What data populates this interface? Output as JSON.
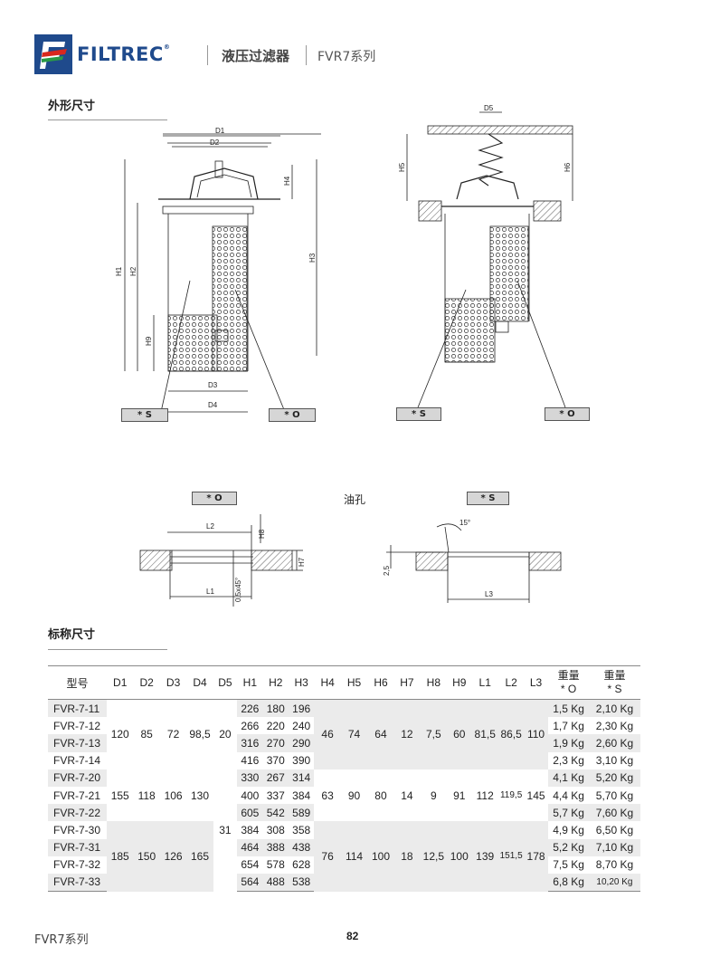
{
  "header": {
    "brand": "FILTREC",
    "registered": "®",
    "title": "液压过滤器",
    "series": "FVR7系列"
  },
  "sections": {
    "dimensions_title": "外形尺寸",
    "nominal_title": "标称尺寸"
  },
  "drawing": {
    "labels": {
      "D1": "D1",
      "D2": "D2",
      "D3": "D3",
      "D4": "D4",
      "D5": "D5",
      "H1": "H1",
      "H2": "H2",
      "H3": "H3",
      "H4": "H4",
      "H5": "H5",
      "H6": "H6",
      "H7": "H7",
      "H8": "H8",
      "H9": "H9",
      "L1": "L1",
      "L2": "L2",
      "L3": "L3",
      "chamfer": "0,5x45°",
      "angle": "15°",
      "dim25": "2,5",
      "oil_hole": "油孔"
    },
    "tags": {
      "o": "* O",
      "s": "* S"
    }
  },
  "table": {
    "headers": [
      "型号",
      "D1",
      "D2",
      "D3",
      "D4",
      "D5",
      "H1",
      "H2",
      "H3",
      "H4",
      "H5",
      "H6",
      "H7",
      "H8",
      "H9",
      "L1",
      "L2",
      "L3"
    ],
    "weight_header": "重量",
    "weight_o": "* O",
    "weight_s": "* S",
    "groups": [
      {
        "D1": "120",
        "D2": "85",
        "D3": "72",
        "D4": "98,5",
        "D5": "20",
        "H4": "46",
        "H5": "74",
        "H6": "64",
        "H7": "12",
        "H8": "7,5",
        "H9": "60",
        "L1": "81,5",
        "L2": "86,5",
        "L3": "110",
        "rows": [
          {
            "model": "FVR-7-11",
            "H1": "226",
            "H2": "180",
            "H3": "196",
            "wo": "1,5 Kg",
            "ws": "2,10 Kg"
          },
          {
            "model": "FVR-7-12",
            "H1": "266",
            "H2": "220",
            "H3": "240",
            "wo": "1,7 Kg",
            "ws": "2,30 Kg"
          },
          {
            "model": "FVR-7-13",
            "H1": "316",
            "H2": "270",
            "H3": "290",
            "wo": "1,9 Kg",
            "ws": "2,60 Kg"
          },
          {
            "model": "FVR-7-14",
            "H1": "416",
            "H2": "370",
            "H3": "390",
            "wo": "2,3 Kg",
            "ws": "3,10 Kg"
          }
        ]
      },
      {
        "D1": "155",
        "D2": "118",
        "D3": "106",
        "D4": "130",
        "H4": "63",
        "H5": "90",
        "H6": "80",
        "H7": "14",
        "H8": "9",
        "H9": "91",
        "L1": "112",
        "L2": "119,5",
        "L3": "145",
        "rows": [
          {
            "model": "FVR-7-20",
            "H1": "330",
            "H2": "267",
            "H3": "314",
            "wo": "4,1 Kg",
            "ws": "5,20 Kg"
          },
          {
            "model": "FVR-7-21",
            "H1": "400",
            "H2": "337",
            "H3": "384",
            "wo": "4,4 Kg",
            "ws": "5,70 Kg"
          },
          {
            "model": "FVR-7-22",
            "H1": "605",
            "H2": "542",
            "H3": "589",
            "wo": "5,7 Kg",
            "ws": "7,60 Kg"
          }
        ]
      },
      {
        "D1": "185",
        "D2": "150",
        "D3": "126",
        "D4": "165",
        "H4": "76",
        "H5": "114",
        "H6": "100",
        "H7": "18",
        "H8": "12,5",
        "H9": "100",
        "L1": "139",
        "L2": "151,5",
        "L3": "178",
        "rows": [
          {
            "model": "FVR-7-30",
            "H1": "384",
            "H2": "308",
            "H3": "358",
            "wo": "4,9 Kg",
            "ws": "6,50 Kg"
          },
          {
            "model": "FVR-7-31",
            "H1": "464",
            "H2": "388",
            "H3": "438",
            "wo": "5,2 Kg",
            "ws": "7,10 Kg"
          },
          {
            "model": "FVR-7-32",
            "H1": "654",
            "H2": "578",
            "H3": "628",
            "wo": "7,5 Kg",
            "ws": "8,70 Kg"
          },
          {
            "model": "FVR-7-33",
            "H1": "564",
            "H2": "488",
            "H3": "538",
            "wo": "6,8 Kg",
            "ws": "10,20 Kg"
          }
        ]
      }
    ],
    "D5_second": "31"
  },
  "footer": {
    "series": "FVR7系列",
    "page": "82"
  },
  "colors": {
    "logo_blue": "#1f4a8c",
    "logo_red": "#d8281e",
    "logo_green": "#2a9a46",
    "shade": "#ebebeb"
  }
}
